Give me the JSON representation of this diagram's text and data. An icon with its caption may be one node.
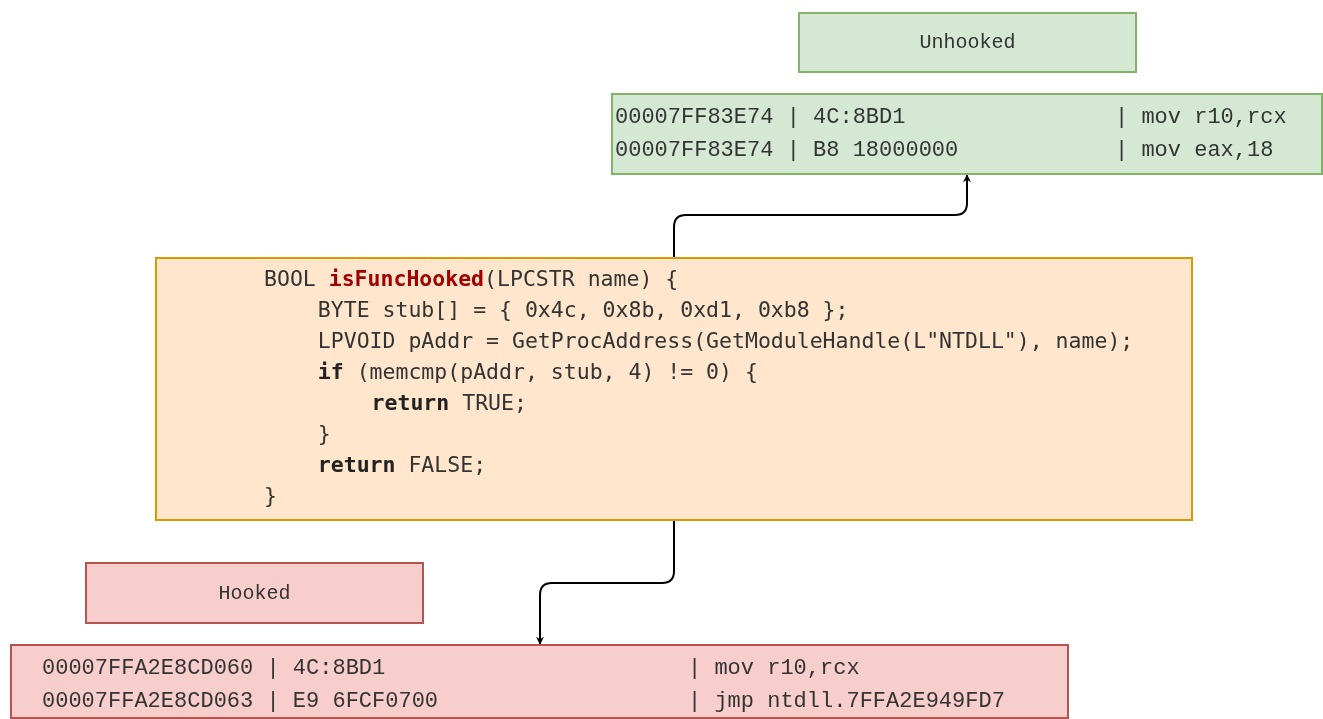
{
  "diagram": {
    "nodes": [
      {
        "text": [
          "Unhooked"
        ]
      },
      {
        "text": [
          "00007FF83E74 | 4C:8BD1",
          "| mov r10,rcx",
          "00007FF83E74 | B8 18000000",
          "| mov eax,18"
        ]
      },
      {
        "text": [
          "BOOL **isFuncHooked**(LPCSTR name) {",
          "BYTE stub[] = { 0x4c, 0x8b, 0xd1, 0xb8 };",
          "LPVOID pAddr = GetProcAddress(GetModuleHandle(L\"NTDLL\"), name);",
          "**if** (memcmp(pAddr, stub, 4) != 0) {",
          "**return** TRUE;",
          "}",
          "**return** FALSE;",
          "}"
        ]
      },
      {
        "text": [
          "Hooked"
        ]
      },
      {
        "text": [
          "00007FFA2E8CD060 | 4C:8BD1",
          "| mov r10,rcx",
          "00007FFA2E8CD063 | E9 6FCF0700",
          "| jmp ntdll.7FFA2E949FD7"
        ]
      }
    ],
    "edges": [
      {
        "from": 2,
        "to": 1,
        "arrow": "to"
      },
      {
        "from": 2,
        "to": 4,
        "arrow": "to"
      }
    ]
  }
}
